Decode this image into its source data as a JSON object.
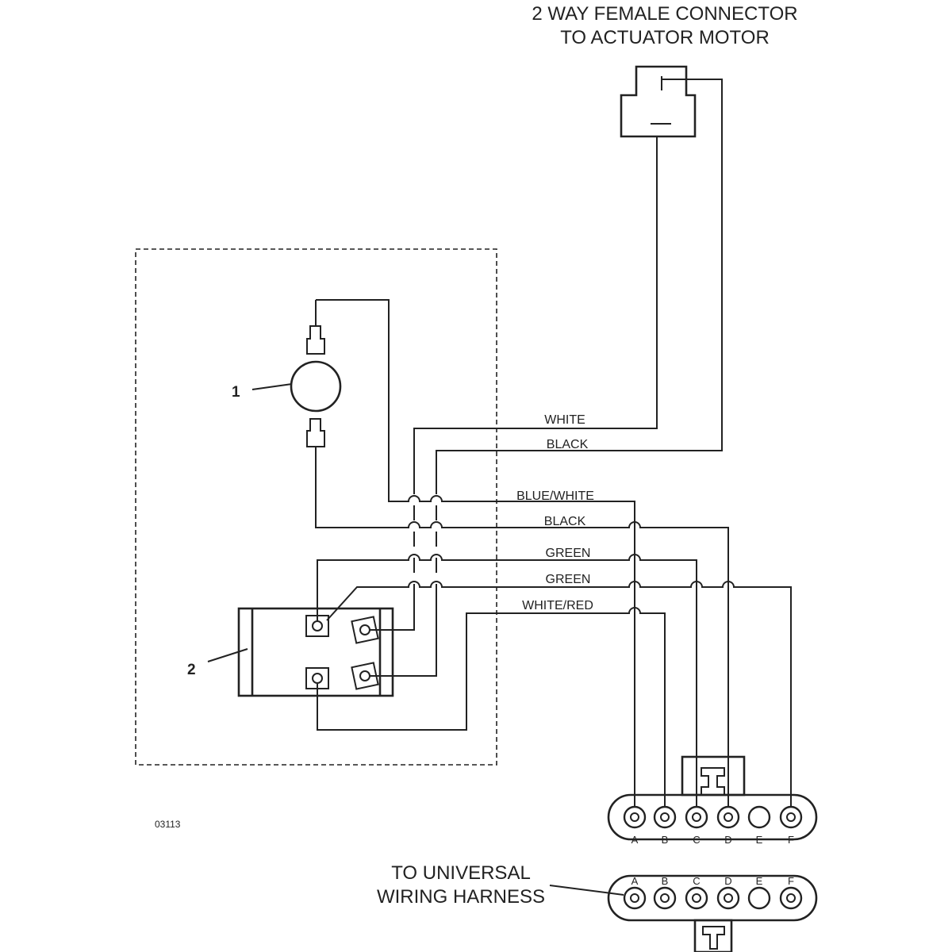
{
  "connector_title": {
    "line1": "2 WAY FEMALE CONNECTOR",
    "line2": "TO ACTUATOR MOTOR"
  },
  "harness_label": {
    "line1": "TO UNIVERSAL",
    "line2": "WIRING HARNESS"
  },
  "callouts": {
    "item1": "1",
    "item2": "2"
  },
  "wires": {
    "white": "WHITE",
    "black_actuator": "BLACK",
    "blue_white": "BLUE/WHITE",
    "black": "BLACK",
    "green_1": "GREEN",
    "green_2": "GREEN",
    "white_red": "WHITE/RED"
  },
  "pins": [
    "A",
    "B",
    "C",
    "D",
    "E",
    "F"
  ],
  "drawing_number": "03113"
}
